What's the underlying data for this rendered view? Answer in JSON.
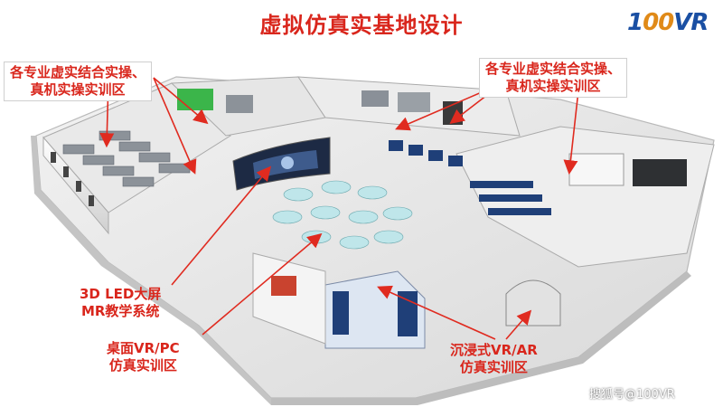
{
  "title": "虚拟仿真实基地设计",
  "logo": {
    "prefix": "1",
    "oo": "00",
    "suffix": "VR"
  },
  "labels": {
    "top_left": {
      "line1": "各专业虚实结合实操、",
      "line2": "真机实操实训区"
    },
    "top_right": {
      "line1": "各专业虚实结合实操、",
      "line2": "真机实操实训区"
    },
    "led": {
      "line1": "3D LED大屏",
      "line2": "MR教学系统"
    },
    "desktop": {
      "line1": "桌面VR/PC",
      "line2": "仿真实训区"
    },
    "immersive": {
      "line1": "沉浸式VR/AR",
      "line2": "仿真实训区"
    }
  },
  "watermark": "搜狐号@100VR",
  "colors": {
    "accent": "#d9261c",
    "brand": "#1a4fa3",
    "arrow": "#e02b20"
  }
}
